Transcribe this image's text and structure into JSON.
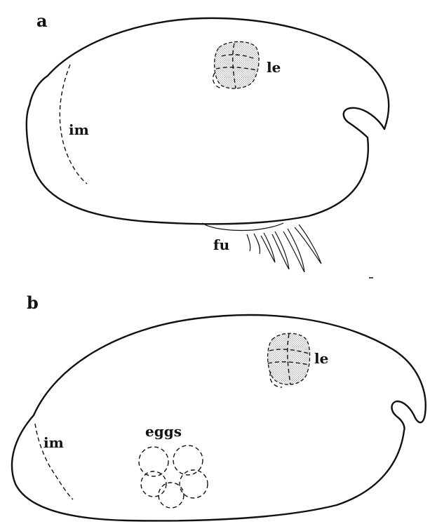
{
  "panels": [
    {
      "label": "a",
      "parts": {
        "im": "im",
        "le": "le",
        "fu": "fu"
      }
    },
    {
      "label": "b",
      "parts": {
        "im": "im",
        "le": "le",
        "eggs": "eggs"
      }
    }
  ]
}
